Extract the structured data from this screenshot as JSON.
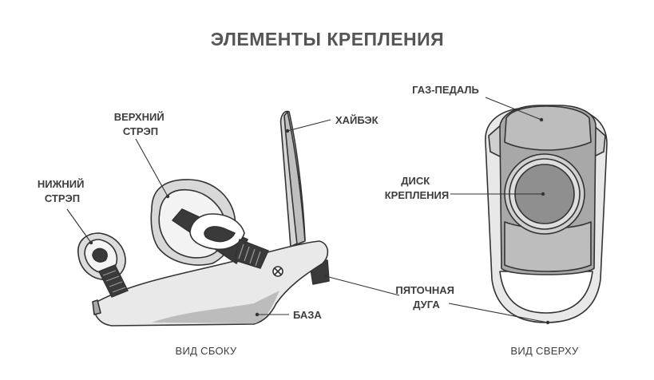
{
  "title": "ЭЛЕМЕНТЫ КРЕПЛЕНИЯ",
  "side_view": {
    "caption": "ВИД СБОКУ",
    "labels": {
      "upper_strap": [
        "ВЕРХНИЙ",
        "СТРЭП"
      ],
      "lower_strap": [
        "НИЖНИЙ",
        "СТРЭП"
      ],
      "highback": "ХАЙБЭК",
      "base": "БАЗА"
    }
  },
  "top_view": {
    "caption": "ВИД СВЕРХУ",
    "labels": {
      "gas_pedal": "ГАЗ-ПЕДАЛЬ",
      "disc": [
        "ДИСК",
        "КРЕПЛЕНИЯ"
      ],
      "heelcup": [
        "ПЯТОЧНАЯ",
        "ДУГА"
      ]
    }
  },
  "colors": {
    "outline": "#333333",
    "light_gray": "#e6e6e6",
    "mid_gray": "#bdbdbd",
    "dark_gray": "#8f8f8f",
    "strap_dark": "#3a3a3a"
  }
}
